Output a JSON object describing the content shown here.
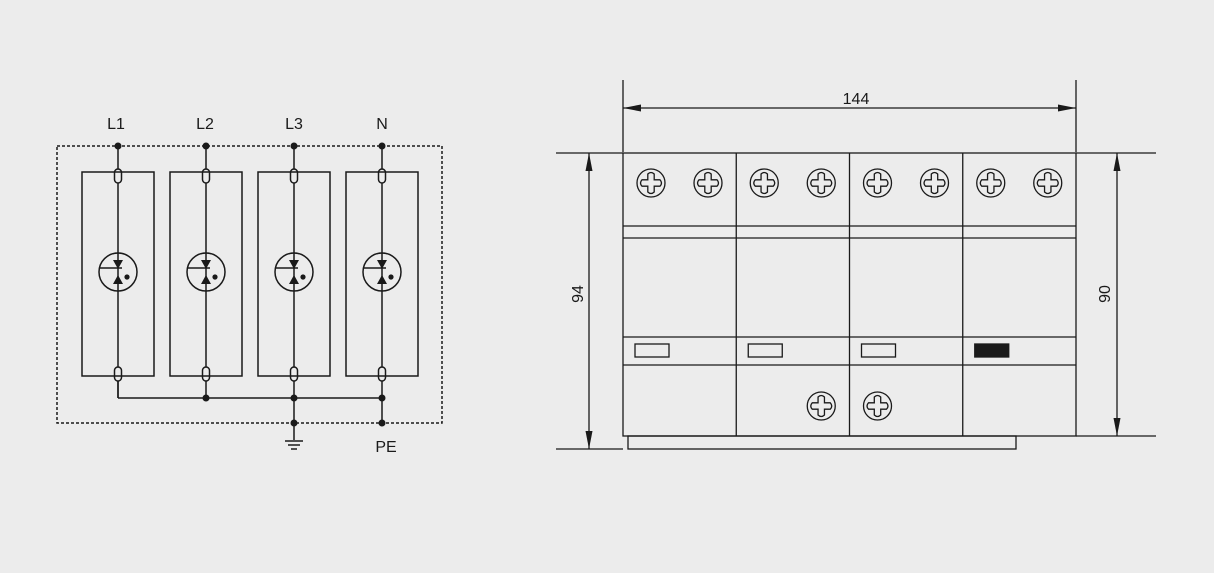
{
  "colors": {
    "background": "#ececec",
    "line": "#1a1a1a",
    "indicator_active": "#1a1a1a"
  },
  "schematic": {
    "line_labels": [
      "L1",
      "L2",
      "L3",
      "N"
    ],
    "pe_label": "PE",
    "ground_symbol": "ground-icon",
    "component_symbol": "varistor-spark-gap-icon"
  },
  "drawing": {
    "width_label": "144",
    "height_label_left": "94",
    "height_label_right": "90",
    "module_count": 4,
    "indicator_states": [
      "normal",
      "normal",
      "normal",
      "fault"
    ],
    "terminal_icon": "terminal-screw-icon"
  }
}
